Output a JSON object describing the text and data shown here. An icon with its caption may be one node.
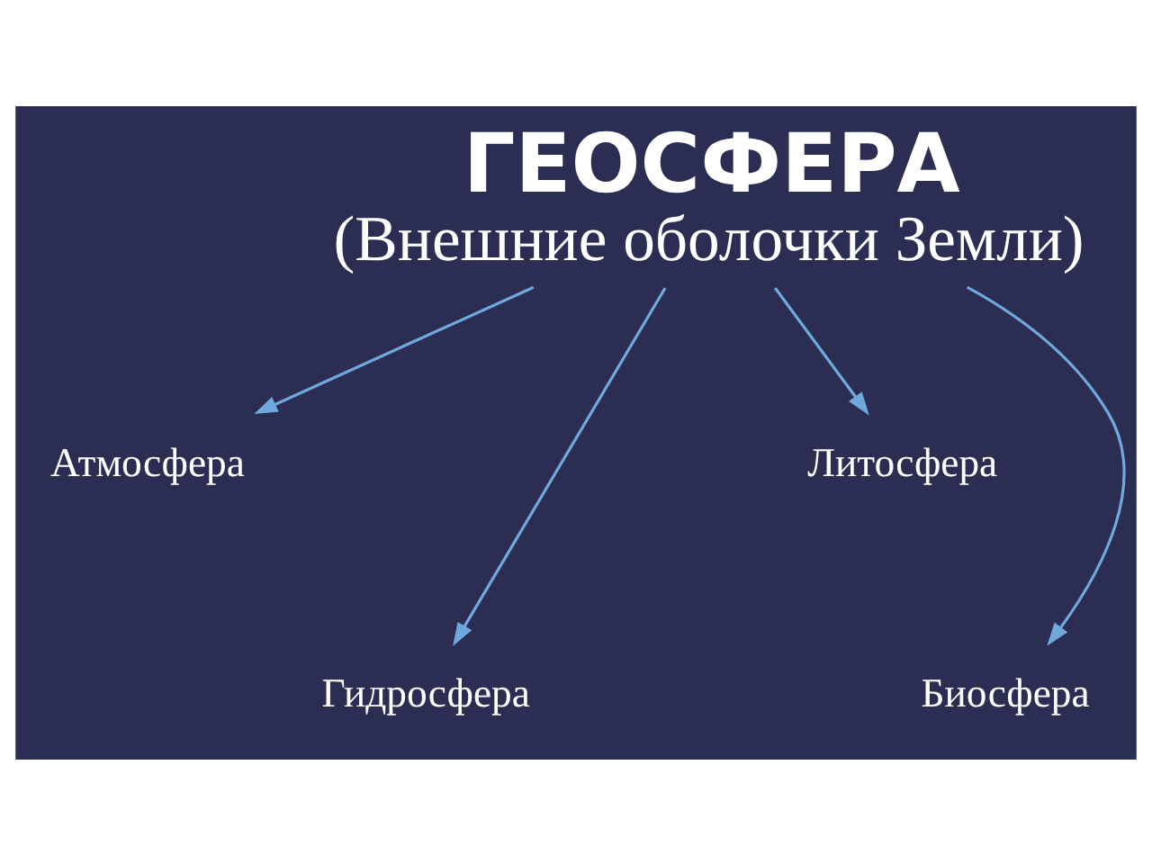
{
  "diagram": {
    "nodes": [
      {
        "text": [
          "ГЕОСФЕРА",
          "(Внешние оболочки Земли)"
        ]
      },
      {
        "text": [
          "Атмосфера"
        ]
      },
      {
        "text": [
          "Гидросфера"
        ]
      },
      {
        "text": [
          "Литосфера"
        ]
      },
      {
        "text": [
          "Биосфера"
        ]
      }
    ],
    "edges": [
      {
        "from": 0,
        "to": 1,
        "arrow": "to",
        "color": "#6fa8dc"
      },
      {
        "from": 0,
        "to": 2,
        "arrow": "to",
        "color": "#6fa8dc"
      },
      {
        "from": 0,
        "to": 3,
        "arrow": "to",
        "color": "#6fa8dc"
      },
      {
        "from": 0,
        "to": 4,
        "arrow": "to",
        "color": "#6fa8dc"
      }
    ]
  }
}
